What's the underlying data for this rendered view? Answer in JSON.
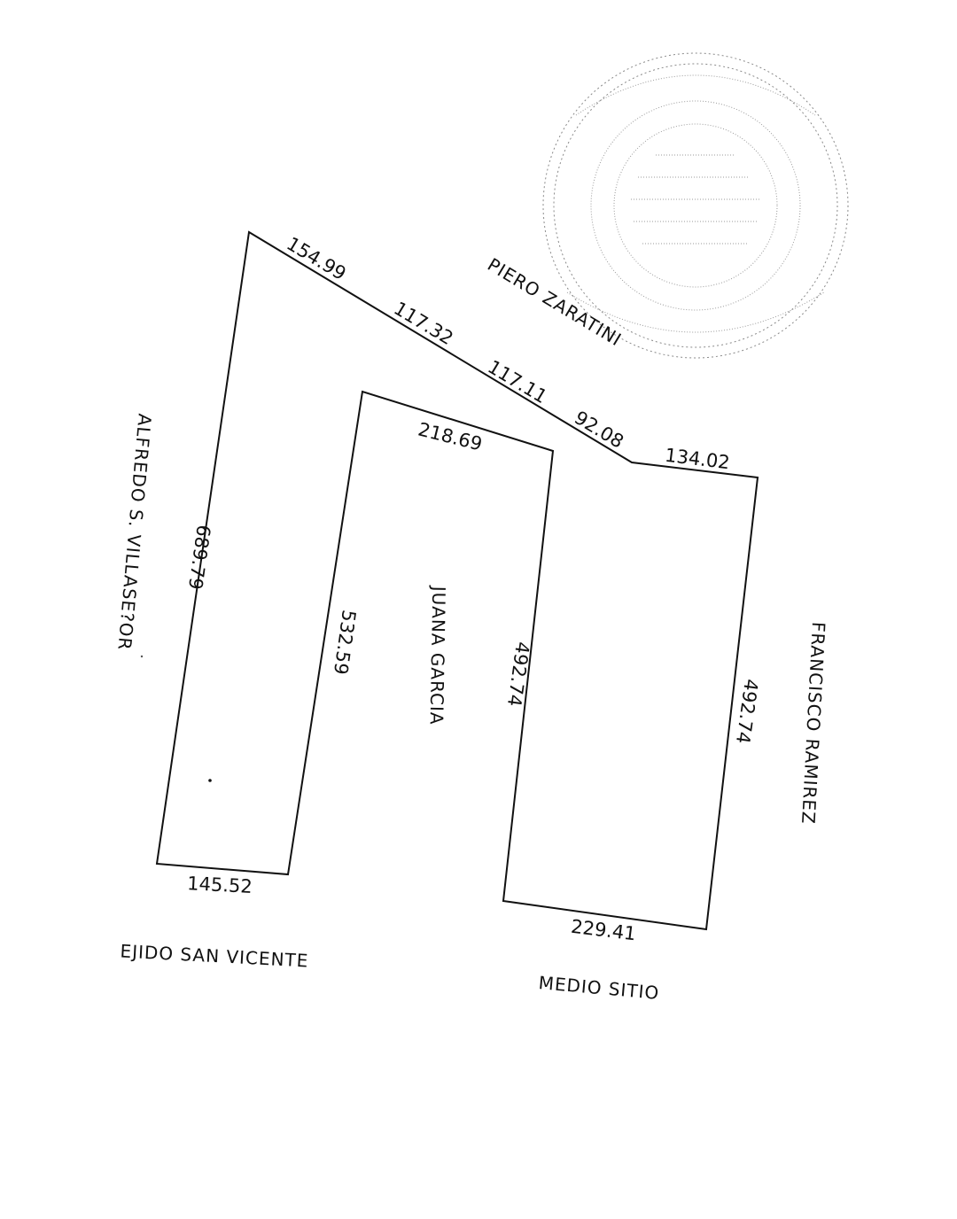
{
  "plan": {
    "measurements": {
      "north_1": "154.99",
      "north_2": "117.32",
      "north_3": "117.11",
      "north_4": "92.08",
      "north_5": "134.02",
      "west_outer": "689.79",
      "west_inner": "532.59",
      "inner_top": "218.69",
      "inner_east": "492.74",
      "east_outer": "492.74",
      "south_west": "145.52",
      "south_east": "229.41"
    },
    "neighbors": {
      "north": "PIERO ZARATINI",
      "west": "ALFREDO S. VILLASE?OR",
      "center": "JUANA GARCIA",
      "east": "FRANCISCO RAMIREZ",
      "south_west": "EJIDO SAN VICENTE",
      "south_east": "MEDIO SITIO"
    }
  },
  "colors": {
    "line": "#111111",
    "seal": "#8a8a8a"
  }
}
